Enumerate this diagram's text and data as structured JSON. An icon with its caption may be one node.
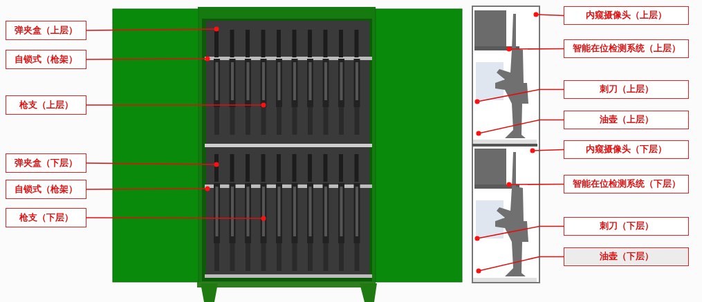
{
  "diagram": {
    "nodes": [
      {
        "text": [
          "弹夹盒（上层）"
        ]
      },
      {
        "text": [
          "自锁式（枪架）"
        ]
      },
      {
        "text": [
          "枪支（上层）"
        ]
      },
      {
        "text": [
          "弹夹盒（下层）"
        ]
      },
      {
        "text": [
          "自锁式（枪架）"
        ]
      },
      {
        "text": [
          "枪支（下层）"
        ]
      },
      {
        "text": [
          "内窥摄像头（上层）"
        ]
      },
      {
        "text": [
          "智能在位检测系统（上层）"
        ]
      },
      {
        "text": [
          "刺刀（上层）"
        ]
      },
      {
        "text": [
          "油壶（上层）"
        ]
      },
      {
        "text": [
          "内窥摄像头（下层）"
        ]
      },
      {
        "text": [
          "智能在位检测系统（下层）"
        ]
      },
      {
        "text": [
          "刺刀（下层）"
        ]
      },
      {
        "text": [
          "油壶（下层）"
        ]
      }
    ],
    "edges": [
      {
        "from": 0,
        "to": null,
        "arrow": "other"
      },
      {
        "from": 1,
        "to": null,
        "arrow": "other"
      },
      {
        "from": 2,
        "to": null,
        "arrow": "other"
      },
      {
        "from": 3,
        "to": null,
        "arrow": "other"
      },
      {
        "from": 4,
        "to": null,
        "arrow": "other"
      },
      {
        "from": 5,
        "to": null,
        "arrow": "other"
      },
      {
        "from": 6,
        "to": null,
        "arrow": "other"
      },
      {
        "from": 7,
        "to": null,
        "arrow": "other"
      },
      {
        "from": 8,
        "to": null,
        "arrow": "other"
      },
      {
        "from": 9,
        "to": null,
        "arrow": "other"
      },
      {
        "from": 10,
        "to": null,
        "arrow": "other"
      },
      {
        "from": 11,
        "to": null,
        "arrow": "other"
      },
      {
        "from": 12,
        "to": null,
        "arrow": "other"
      },
      {
        "from": 13,
        "to": null,
        "arrow": "other"
      }
    ]
  }
}
